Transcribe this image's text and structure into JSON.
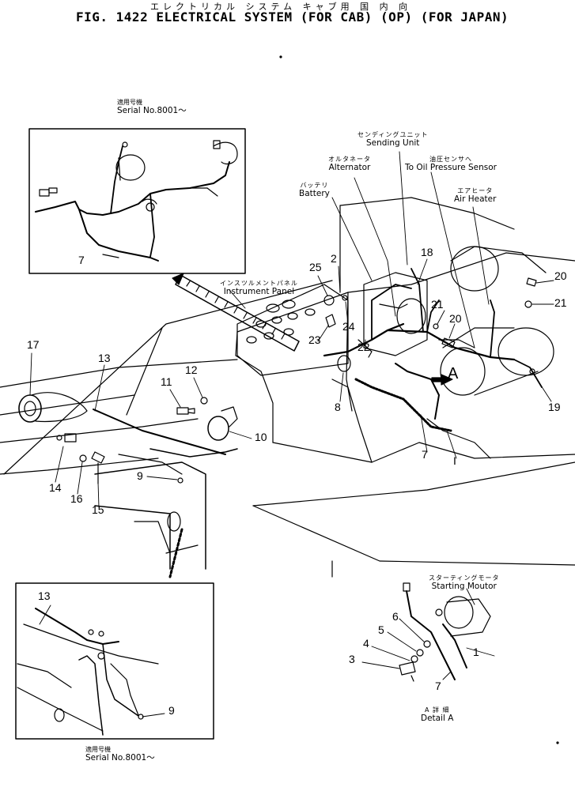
{
  "header": {
    "jp_title": "エレクトリカル システム   キャブ用     国 内 向",
    "title": "FIG. 1422  ELECTRICAL SYSTEM (FOR CAB) (OP) (FOR JAPAN)"
  },
  "labels": {
    "sending_unit_jp": "センディングユニット",
    "sending_unit_en": "Sending Unit",
    "alternator_jp": "オルタネータ",
    "alternator_en": "Alternator",
    "oil_sensor_jp": "油圧センサへ",
    "oil_sensor_en": "To Oil Pressure Sensor",
    "battery_jp": "バッテリ",
    "battery_en": "Battery",
    "air_heater_jp": "エアヒータ",
    "air_heater_en": "Air Heater",
    "instrument_panel_jp": "インスツルメントパネル",
    "instrument_panel_en": "Instrument Panel",
    "starting_motor_jp": "スターティングモータ",
    "starting_motor_en": "Starting Moutor",
    "detail_a_jp": "A 詳 細",
    "detail_a_en": "Detail A",
    "arrow_a": "A"
  },
  "inset_top": {
    "serial_jp": "適用号機",
    "serial_en": "Serial No.8001～"
  },
  "inset_bottom": {
    "serial_jp": "適用号機",
    "serial_en": "Serial No.8001～"
  },
  "part_numbers": {
    "p1": "1",
    "p2": "2",
    "p3": "3",
    "p4": "4",
    "p5": "5",
    "p6": "6",
    "p7": "7",
    "p8": "8",
    "p9": "9",
    "p10": "10",
    "p11": "11",
    "p12": "12",
    "p13": "13",
    "p14": "14",
    "p15": "15",
    "p16": "16",
    "p17": "17",
    "p18": "18",
    "p19": "19",
    "p20": "20",
    "p21": "21",
    "p22": "22",
    "p23": "23",
    "p24": "24",
    "p25": "25",
    "pI": "I"
  },
  "colors": {
    "ink": "#000000",
    "paper": "#ffffff"
  }
}
